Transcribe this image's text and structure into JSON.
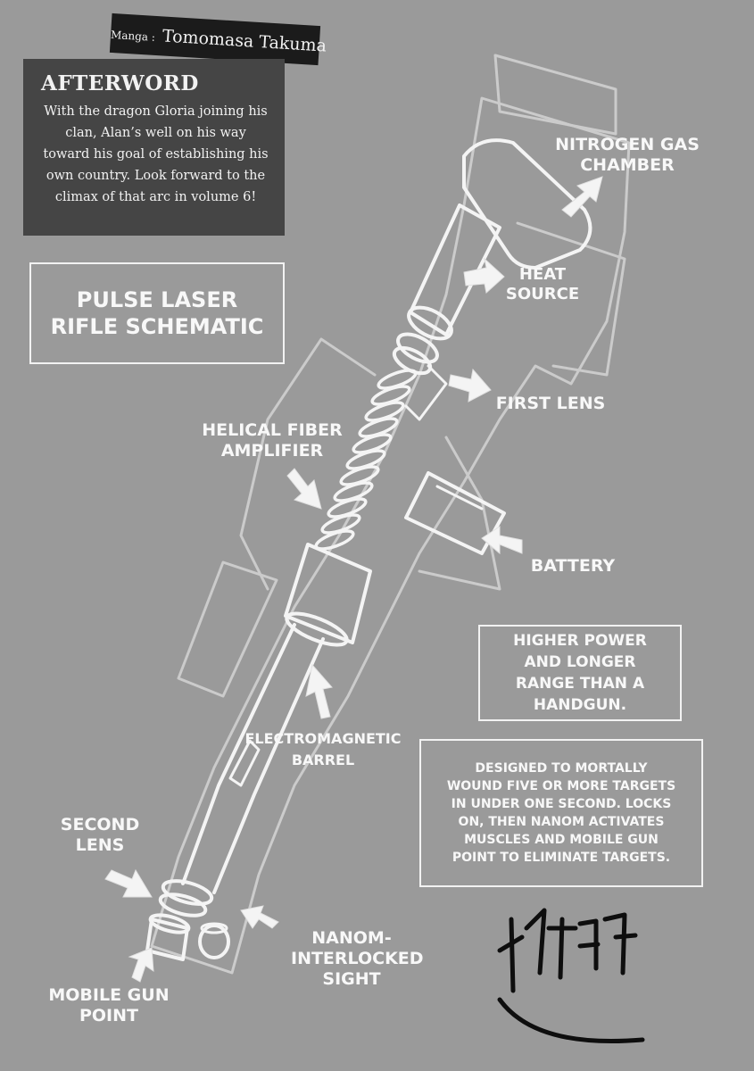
{
  "credit": {
    "prefix": "Manga :",
    "name": "Tomomasa Takuma"
  },
  "afterword": {
    "heading": "AFTERWORD",
    "body": "With the dragon Gloria joining his clan, Alan’s well on his way toward his goal of establishing his own country. Look forward to the climax of that arc in volume 6!"
  },
  "schematic": {
    "title": "PULSE LASER\nRIFLE SCHEMATIC",
    "labels": {
      "nitrogen": "NITROGEN GAS\nCHAMBER",
      "heat": "HEAT\nSOURCE",
      "first_lens": "FIRST LENS",
      "helical": "HELICAL FIBER\nAMPLIFIER",
      "battery": "BATTERY",
      "barrel": "ELECTROMAGNETIC\nBARREL",
      "second_lens": "SECOND\nLENS",
      "sight": "NANOM-\nINTERLOCKED\nSIGHT",
      "mobile_point": "MOBILE GUN\nPOINT"
    },
    "notes": {
      "power": "HIGHER POWER\nAND LONGER\nRANGE THAN A\nHANDGUN.",
      "design": "DESIGNED TO MORTALLY\nWOUND FIVE OR MORE TARGETS\nIN UNDER ONE SECOND. LOCKS\nON, THEN NANOM ACTIVATES\nMUSCLES AND MOBILE GUN\nPOINT TO ELIMINATE TARGETS."
    }
  },
  "colors": {
    "background": "#9a9a9a",
    "ink": "#f4f4f4",
    "box_dark": "#454545",
    "credit_bg": "#1b1b1b"
  }
}
